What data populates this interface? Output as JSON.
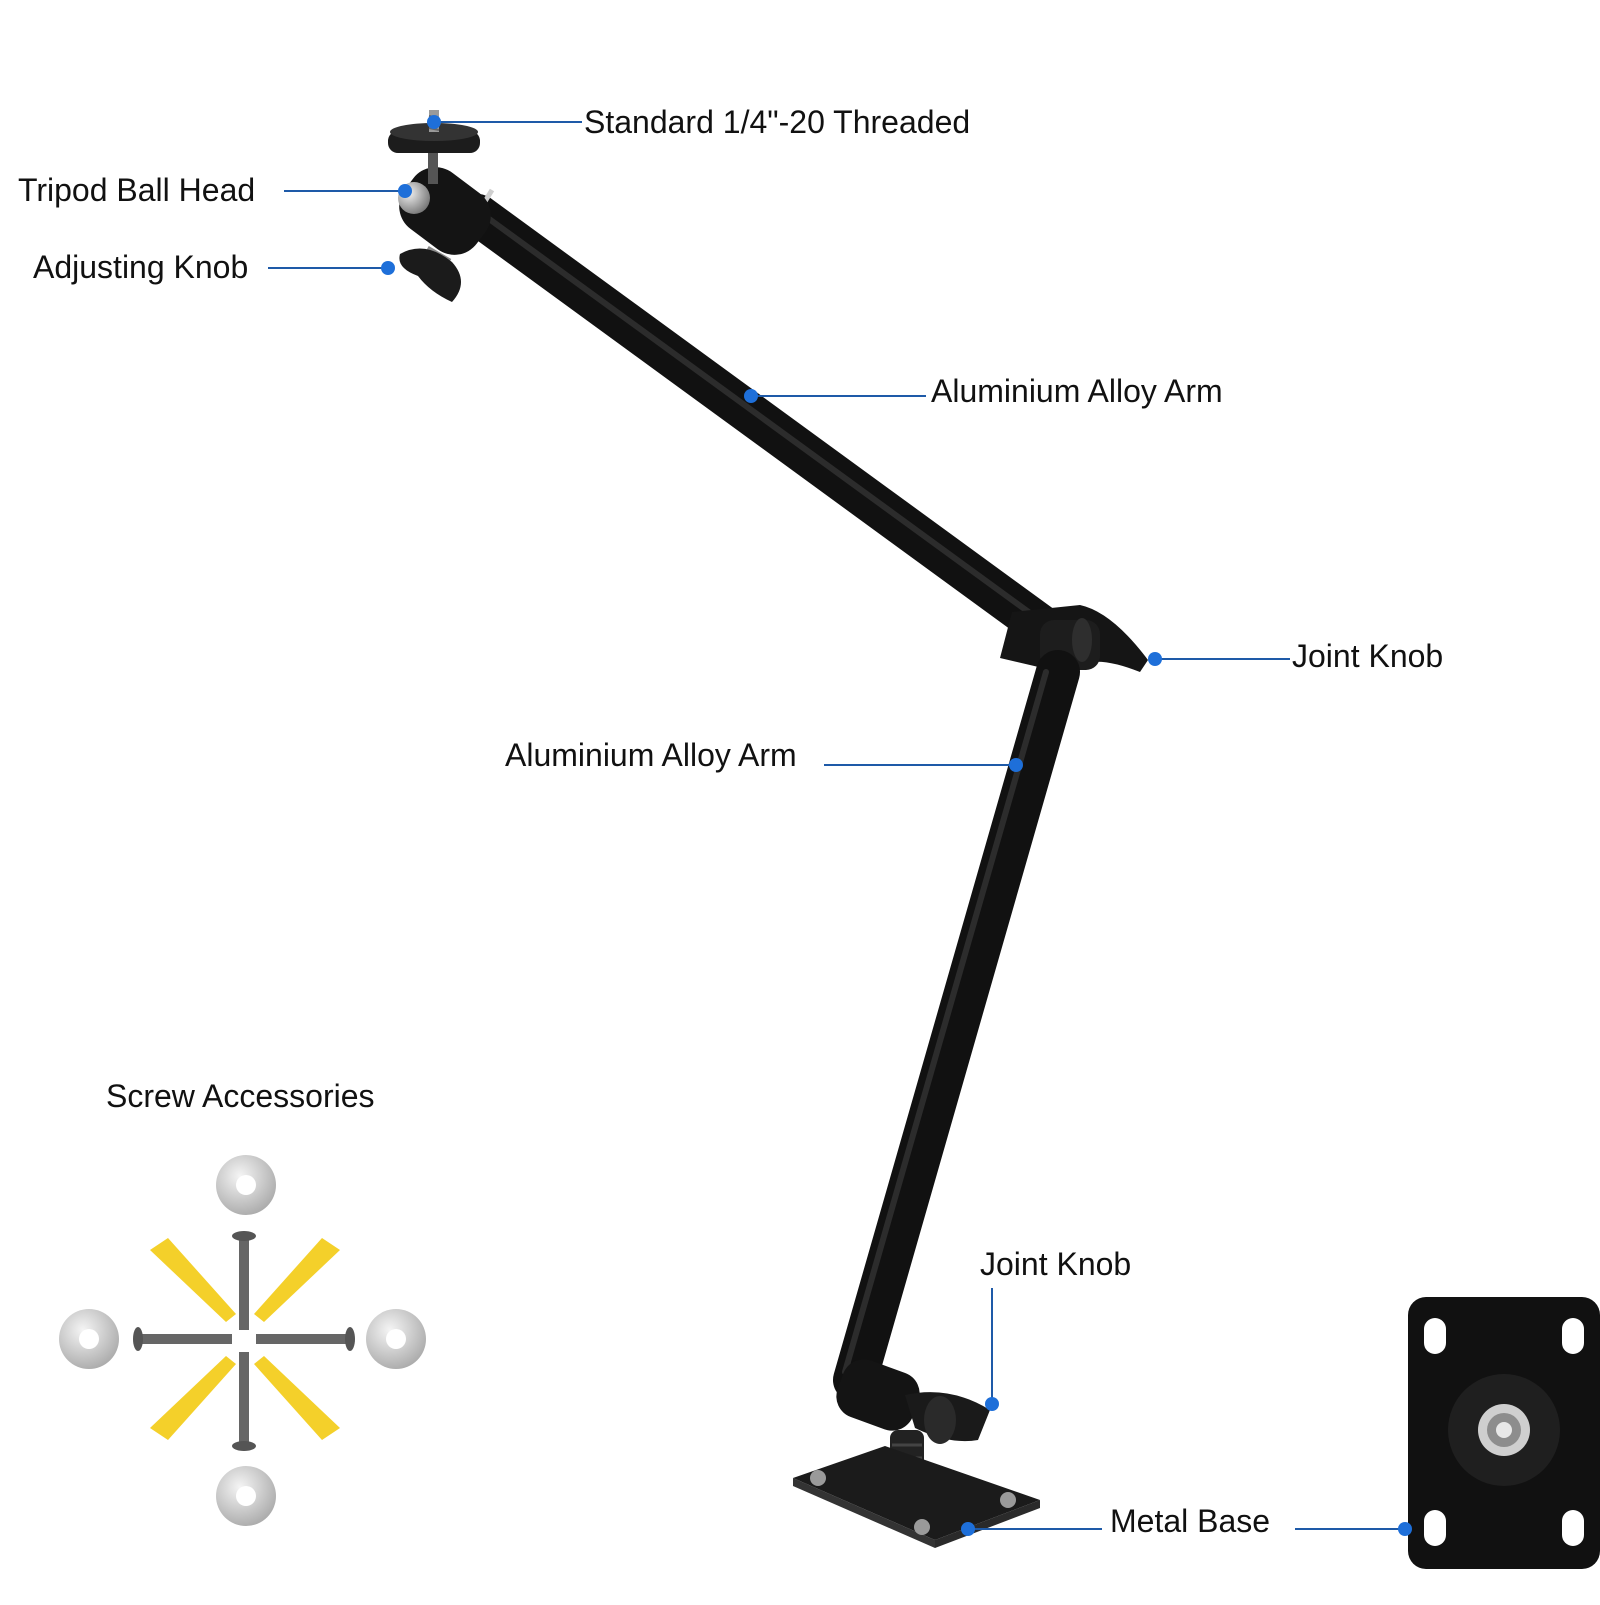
{
  "labels": {
    "threaded": "Standard 1/4\"-20 Threaded",
    "ball_head": "Tripod Ball Head",
    "adjusting_knob": "Adjusting Knob",
    "arm_upper": "Aluminium Alloy Arm",
    "joint_knob_upper": "Joint Knob",
    "arm_lower": "Aluminium Alloy Arm",
    "screw_accessories": "Screw Accessories",
    "joint_knob_lower": "Joint Knob",
    "metal_base": "Metal Base"
  },
  "colors": {
    "callout_line": "#1e5aa8",
    "callout_dot": "#1e6fd9",
    "arm": "#1a1a1a",
    "anchor": "#f4d02a",
    "washer": "#d4d4d4",
    "screw": "#6a6a6a"
  }
}
